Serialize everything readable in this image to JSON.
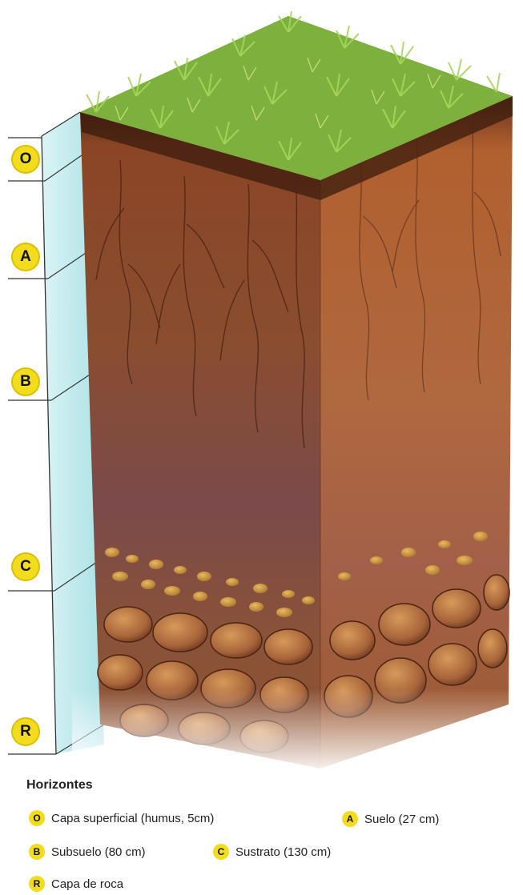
{
  "horizon_labels": [
    "O",
    "A",
    "B",
    "C",
    "R"
  ],
  "legend": {
    "title": "Horizontes",
    "items": [
      {
        "badge": "O",
        "text": "Capa superficial (humus, 5cm)"
      },
      {
        "badge": "A",
        "text": "Suelo (27 cm)"
      },
      {
        "badge": "B",
        "text": "Subsuelo (80 cm)"
      },
      {
        "badge": "C",
        "text": "Sustrato (130 cm)"
      },
      {
        "badge": "R",
        "text": "Capa de roca"
      }
    ]
  },
  "colors": {
    "badge": "#f3dc1c",
    "grass": "#7fb53a",
    "soil_front": "#8a4a28",
    "soil_side": "#b0623a",
    "ruler": "#bfe9ec"
  }
}
